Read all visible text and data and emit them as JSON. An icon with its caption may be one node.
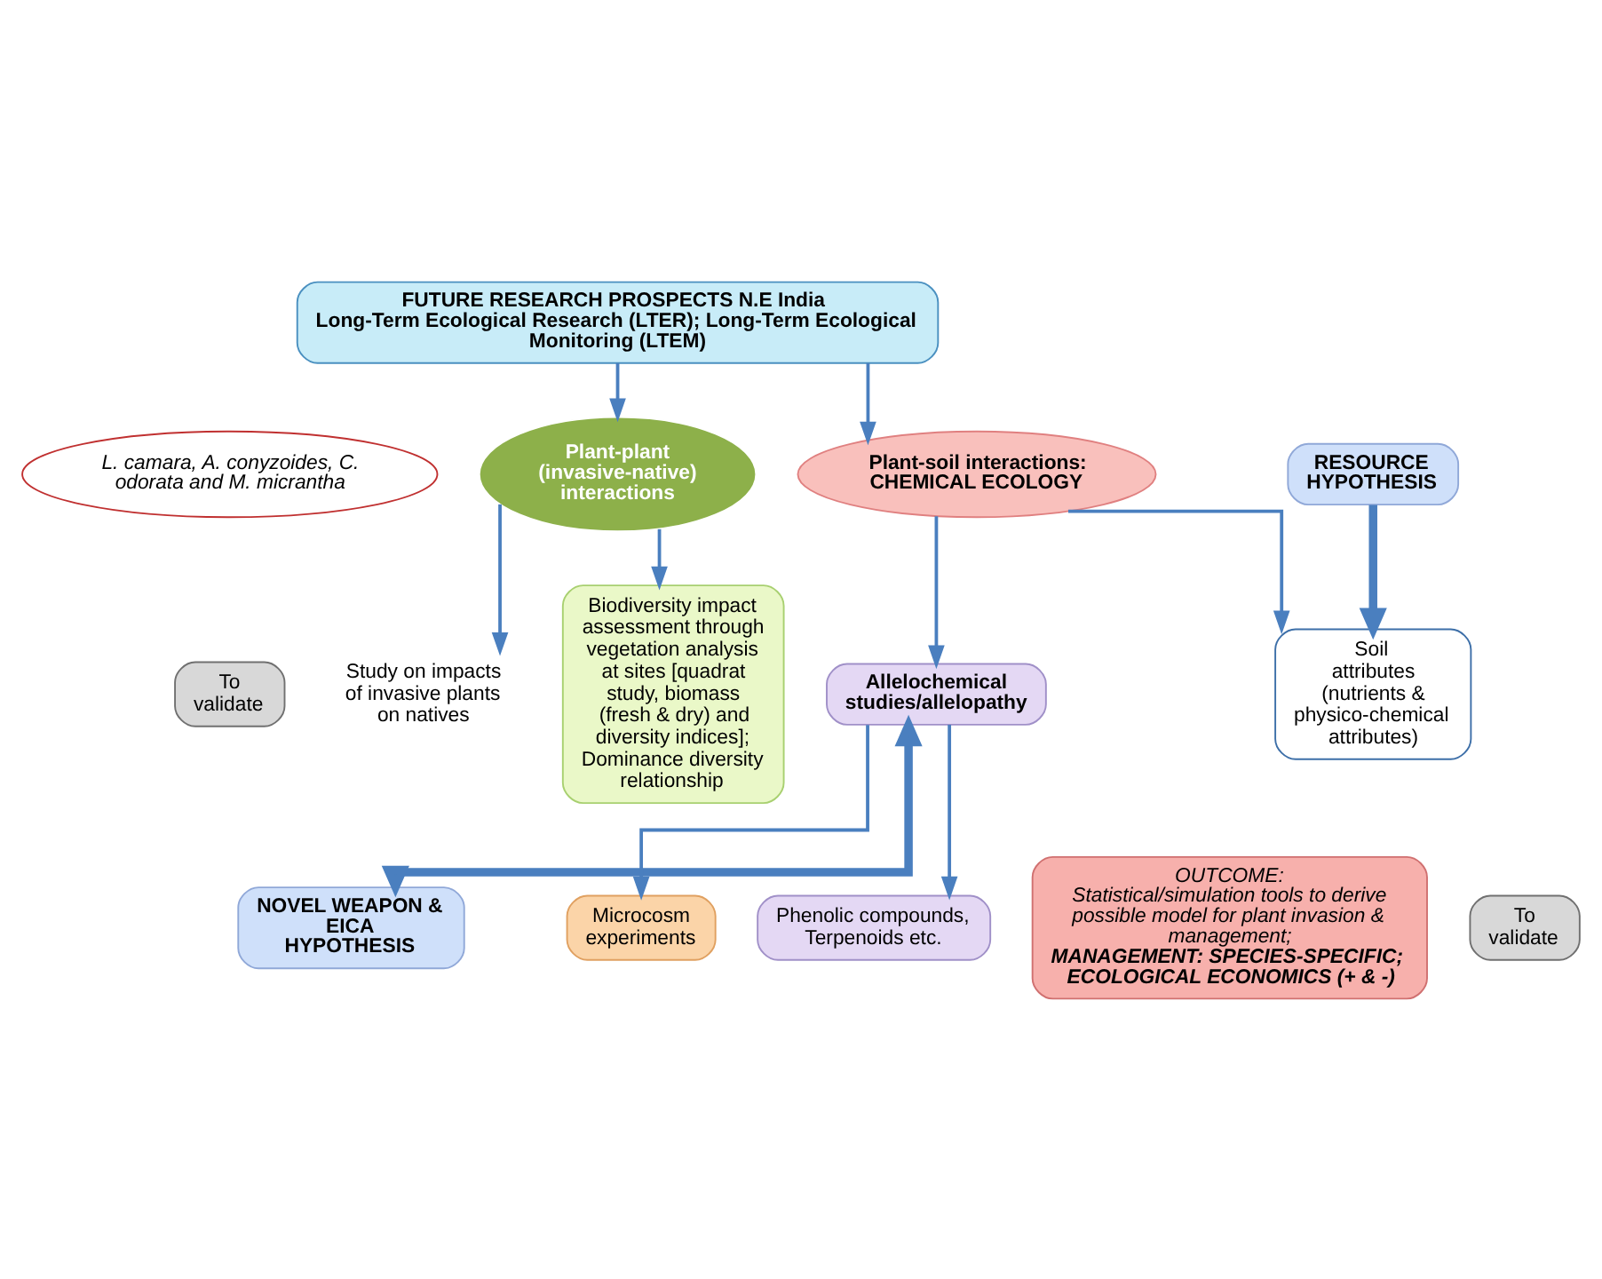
{
  "diagram": {
    "nodes": [
      {
        "text": [
          "FUTURE RESEARCH PROSPECTS N.E India",
          "Long-Term Ecological Research (LTER); Long-Term Ecological Monitoring (LTEM)"
        ]
      },
      {
        "text": [
          "L. camara, A. conyzoides, C. odorata and M. micrantha"
        ]
      },
      {
        "text": [
          "Plant-plant (invasive-native) interactions"
        ]
      },
      {
        "text": [
          "Plant-soil interactions: CHEMICAL ECOLOGY"
        ]
      },
      {
        "text": [
          "Study on impacts of invasive plants on natives"
        ]
      },
      {
        "text": [
          "Biodiversity impact assessment through vegetation analysis at sites [quadrat study, biomass (fresh & dry) and diversity indices]; Dominance diversity relationship"
        ]
      },
      {
        "text": [
          "To validate"
        ]
      },
      {
        "text": [
          "NOVEL WEAPON & EICA HYPOTHESIS"
        ]
      },
      {
        "text": [
          "Allelochemical studies/allelopathy"
        ]
      },
      {
        "text": [
          "Soil attributes (nutrients & physico-chemical attributes)"
        ]
      },
      {
        "text": [
          "Microcosm experiments"
        ]
      },
      {
        "text": [
          "Phenolic compounds, Terpenoids etc."
        ]
      },
      {
        "text": [
          "To validate"
        ]
      },
      {
        "text": [
          "RESOURCE HYPOTHESIS"
        ]
      },
      {
        "text": [
          "OUTCOME:",
          "Statistical/simulation tools to derive possible model for plant invasion & management;",
          "MANAGEMENT: SPECIES-SPECIFIC; ECOLOGICAL ECONOMICS (+ & -)"
        ]
      }
    ],
    "edges": [
      {
        "from": 0,
        "to": 2,
        "arrow": "to"
      },
      {
        "from": 0,
        "to": 3,
        "arrow": "to"
      },
      {
        "from": 2,
        "to": 4,
        "arrow": "to"
      },
      {
        "from": 2,
        "to": 5,
        "arrow": "to"
      },
      {
        "from": 3,
        "to": 8,
        "arrow": "to"
      },
      {
        "from": 3,
        "to": 9,
        "arrow": "to"
      },
      {
        "from": 7,
        "to": 8,
        "arrow": "both",
        "style": "thick"
      },
      {
        "from": 8,
        "to": 10,
        "arrow": "to"
      },
      {
        "from": 8,
        "to": 11,
        "arrow": "to"
      },
      {
        "from": 13,
        "to": 9,
        "arrow": "to",
        "style": "thick"
      }
    ]
  }
}
